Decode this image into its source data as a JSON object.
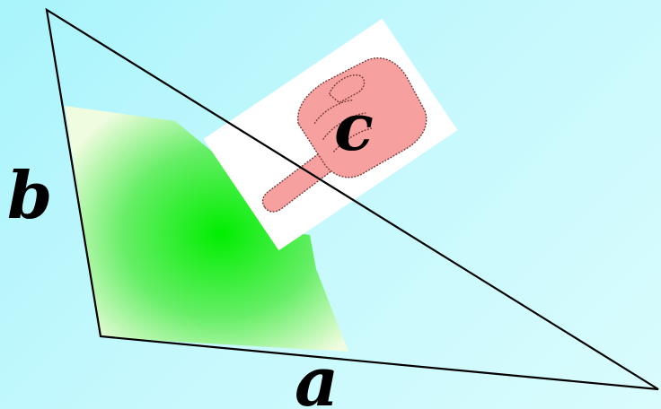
{
  "diagram": {
    "labels": {
      "a": "a",
      "b": "b",
      "c": "c"
    },
    "colors": {
      "background_start": "#a9f4fb",
      "background_end": "#dafcfd",
      "region_center": "#00ee00",
      "region_edge": "#f0fce0",
      "card": "#ffffff",
      "hand_skin": "#f6a0a0",
      "hand_outline": "#7a3b3b",
      "triangle_stroke": "#000000"
    },
    "icons": {
      "pointing_hand": "pointing-hand-icon"
    }
  }
}
